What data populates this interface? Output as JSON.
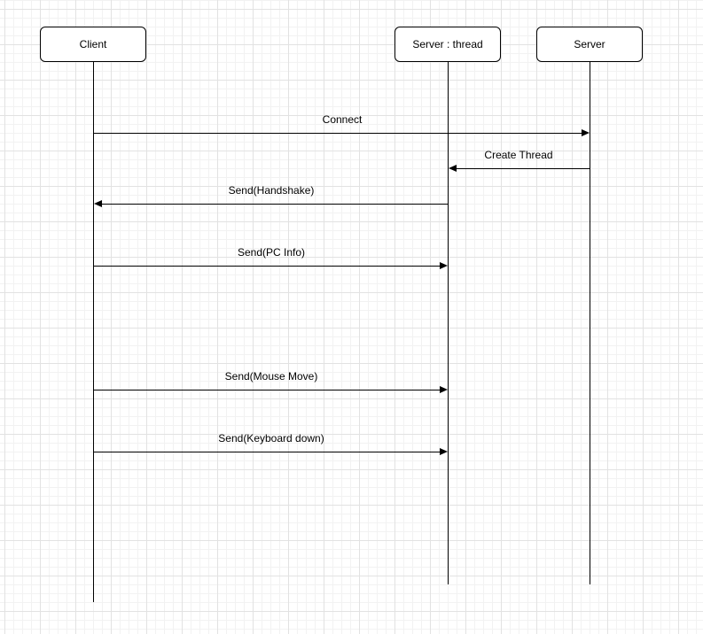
{
  "participants": {
    "client": "Client",
    "server_thread": "Server : thread",
    "server": "Server"
  },
  "messages": [
    {
      "label": "Connect",
      "from": "Client",
      "to": "Server"
    },
    {
      "label": "Create Thread",
      "from": "Server",
      "to": "Server : thread"
    },
    {
      "label": "Send(Handshake)",
      "from": "Server : thread",
      "to": "Client"
    },
    {
      "label": "Send(PC Info)",
      "from": "Client",
      "to": "Server : thread"
    },
    {
      "label": "Send(Mouse Move)",
      "from": "Client",
      "to": "Server : thread"
    },
    {
      "label": "Send(Keyboard down)",
      "from": "Client",
      "to": "Server : thread"
    }
  ]
}
